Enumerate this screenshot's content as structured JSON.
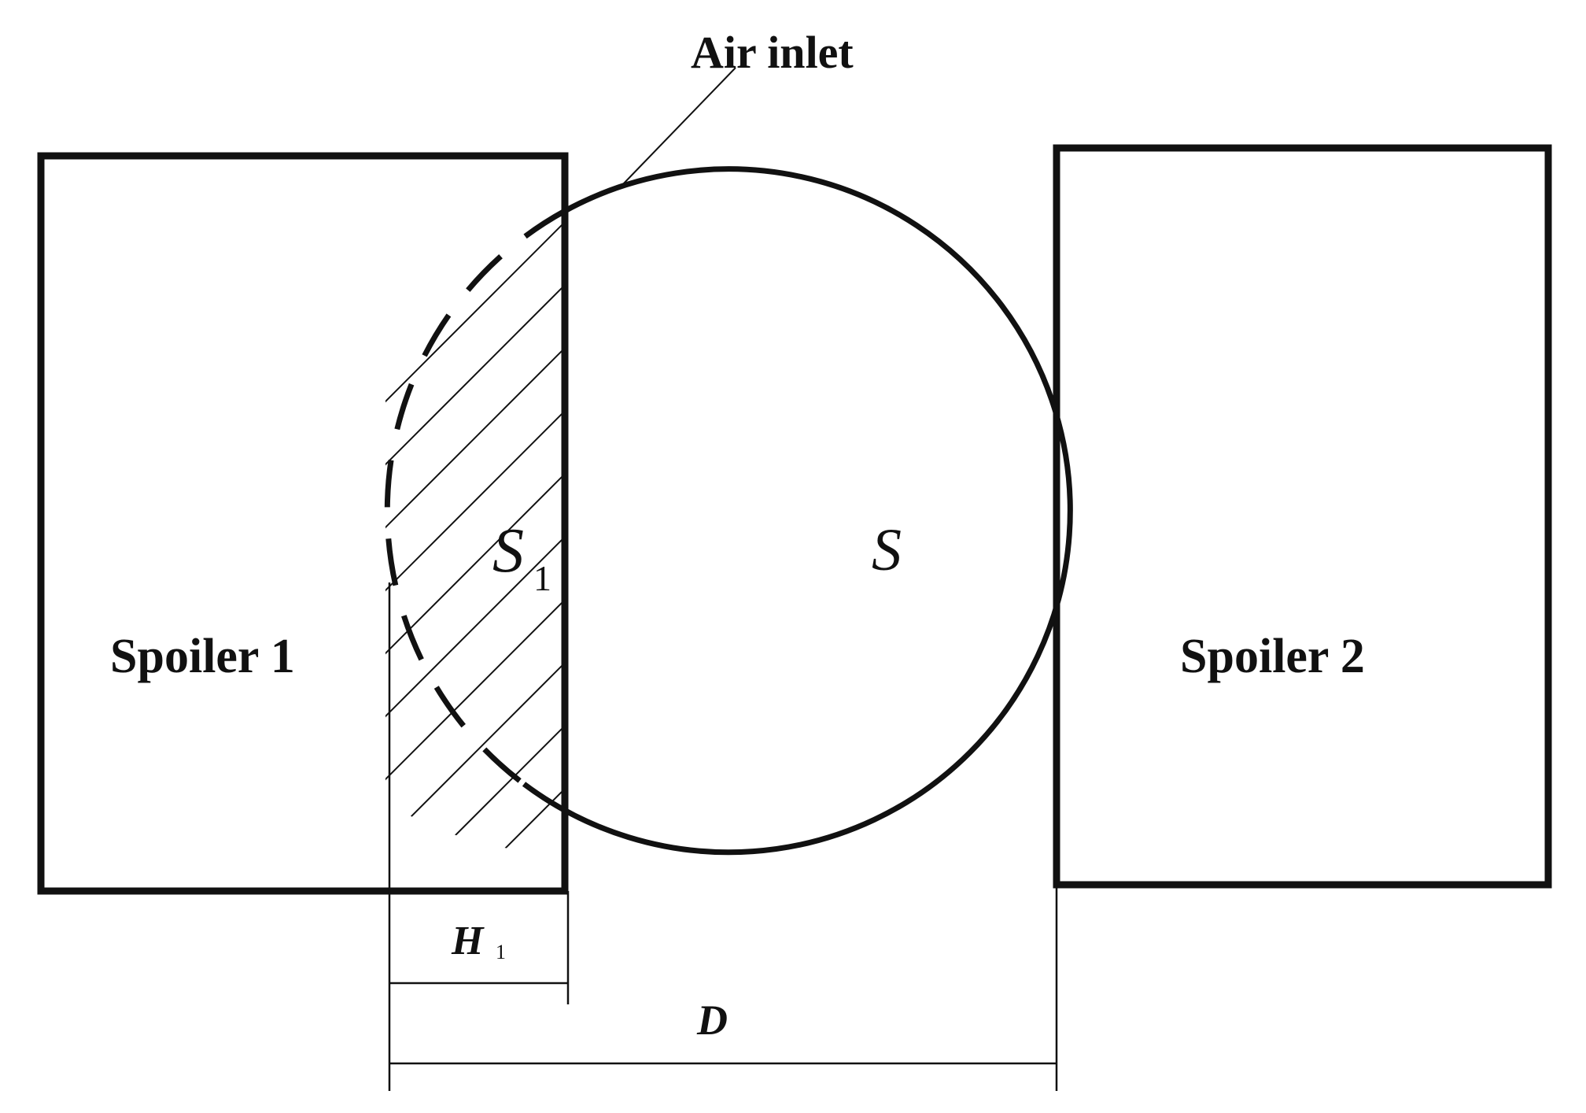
{
  "labels": {
    "air_inlet": "Air inlet",
    "spoiler_1": "Spoiler 1",
    "spoiler_2": "Spoiler 2",
    "area_total": "S",
    "area_partial": "S",
    "area_partial_subscript": "1",
    "gap_width": "H",
    "gap_width_subscript": "1",
    "distance": "D"
  },
  "colors": {
    "ink": "#111111",
    "background": "#ffffff"
  }
}
